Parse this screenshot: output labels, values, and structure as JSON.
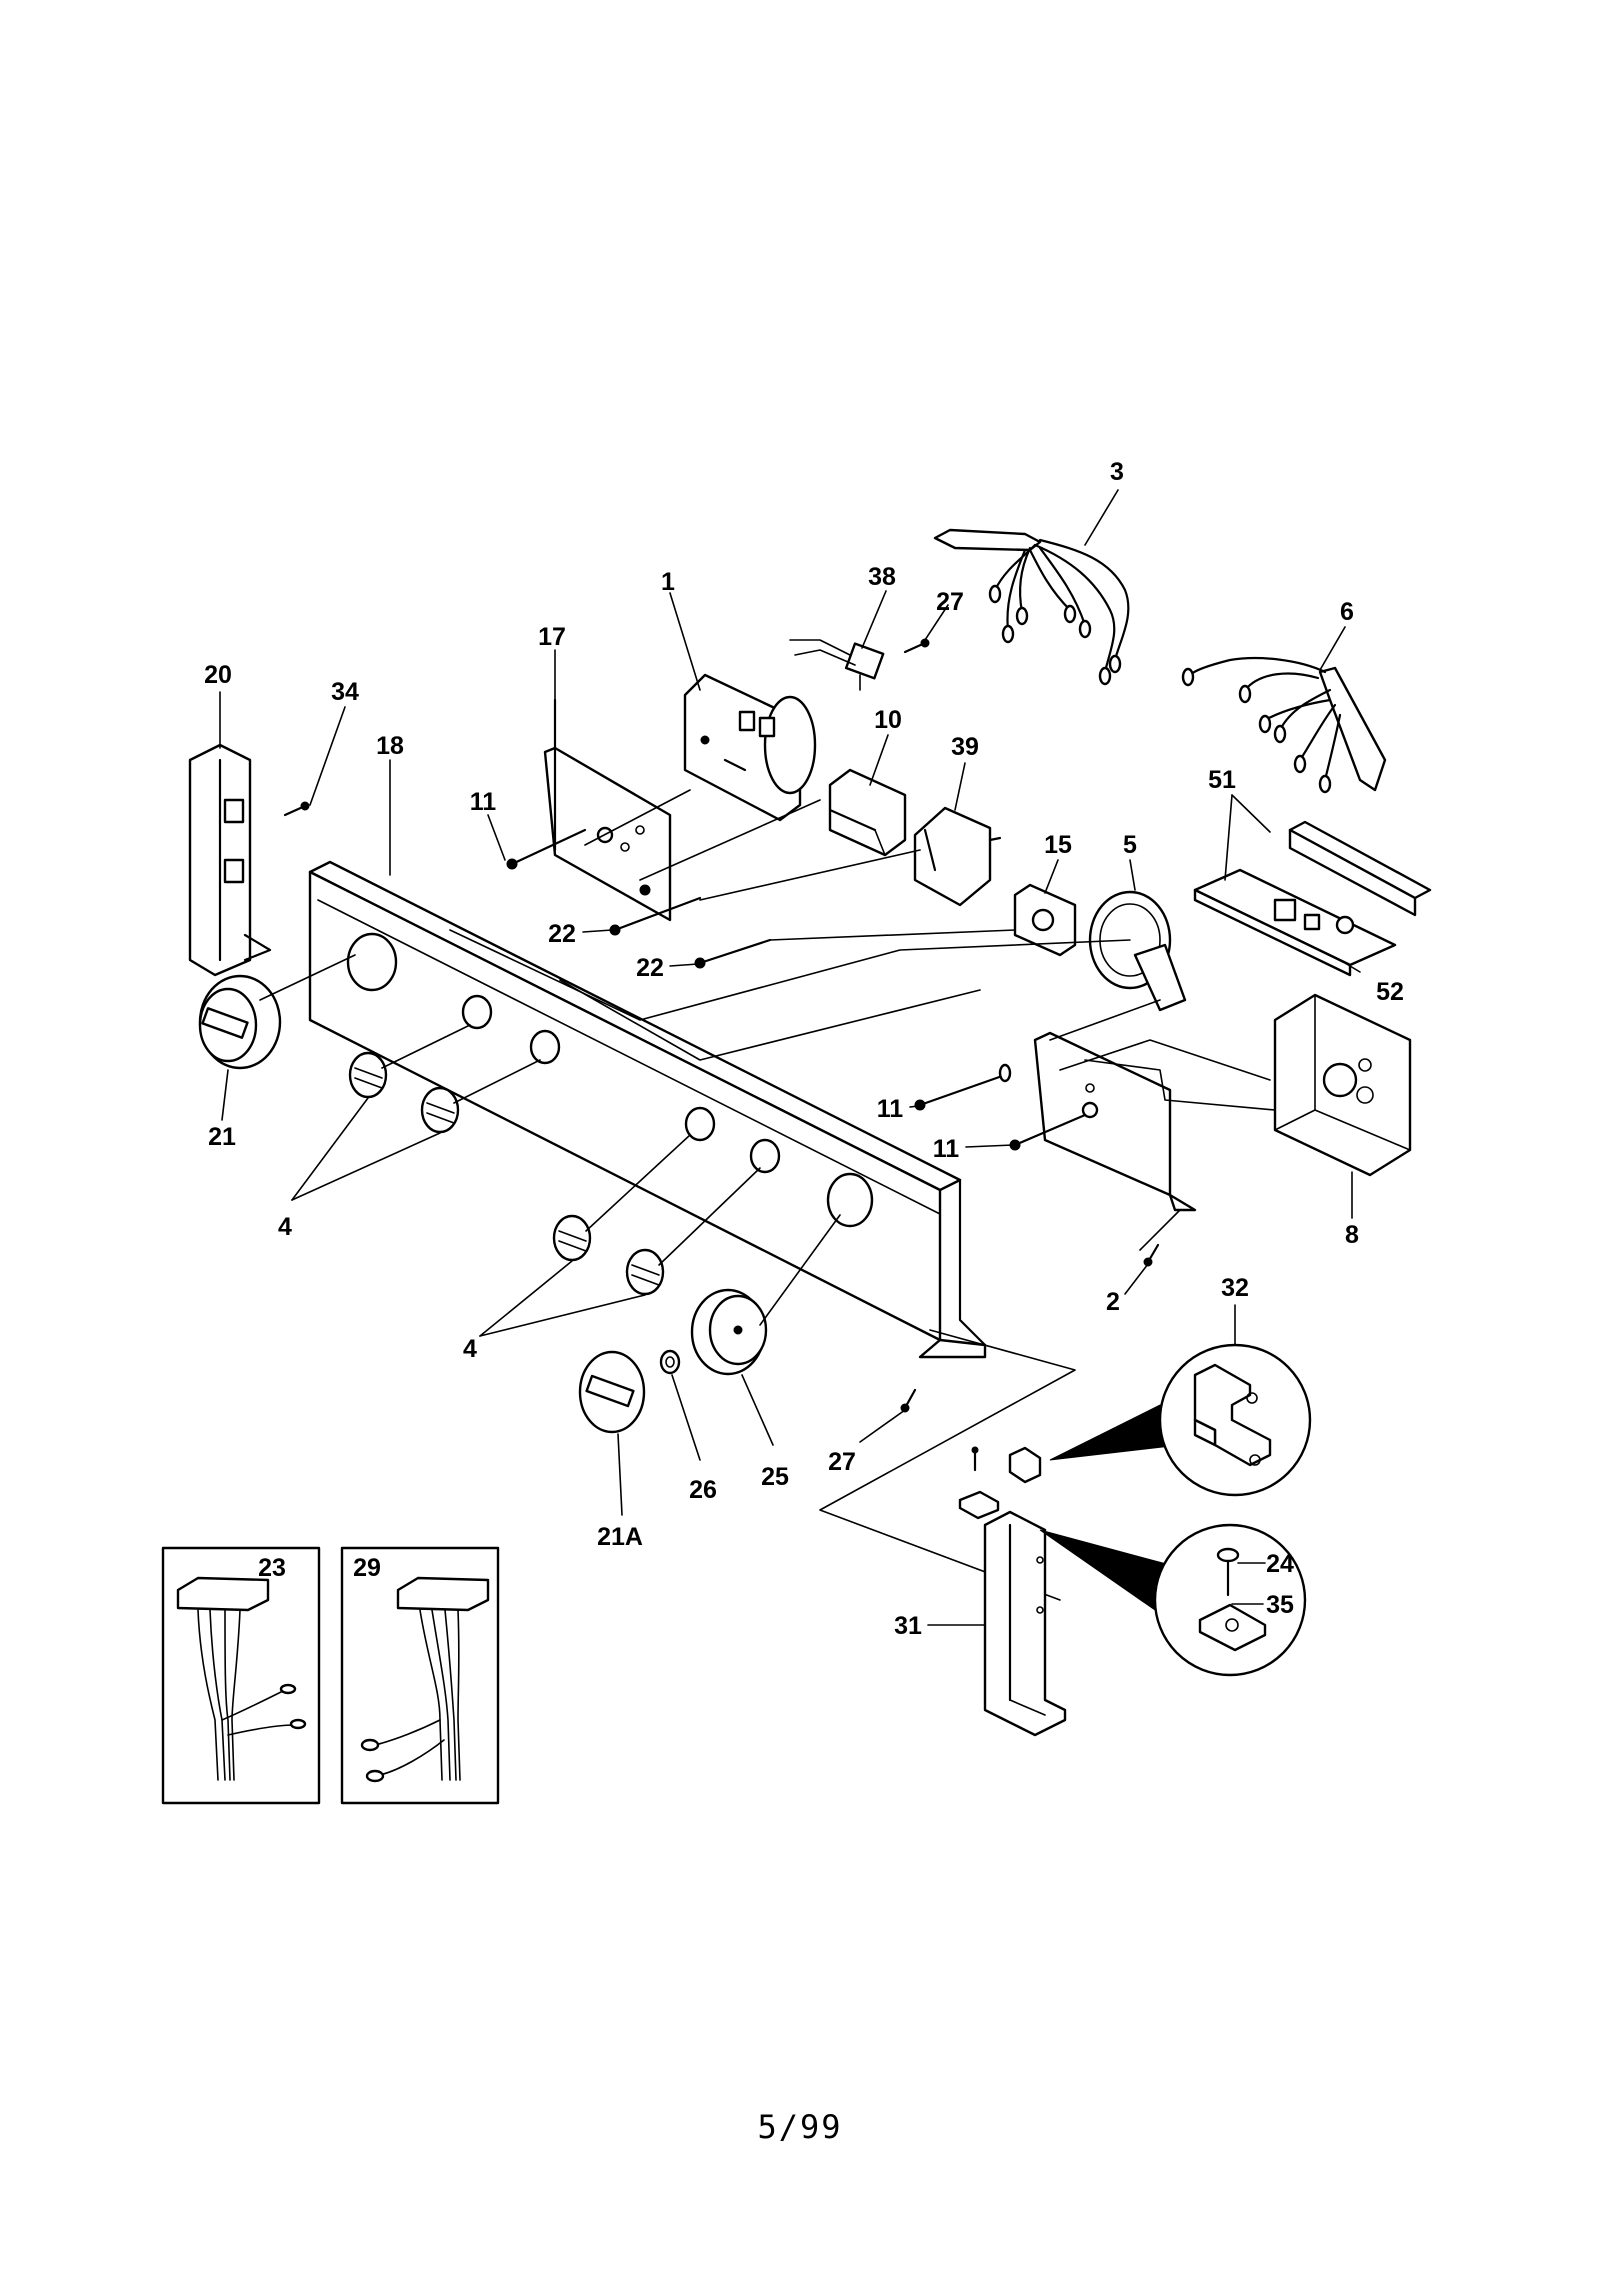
{
  "diagram": {
    "callouts": {
      "c1": "1",
      "c2": "2",
      "c3": "3",
      "c4a": "4",
      "c4b": "4",
      "c5": "5",
      "c6": "6",
      "c8": "8",
      "c10": "10",
      "c11a": "11",
      "c11b": "11",
      "c11c": "11",
      "c15": "15",
      "c17": "17",
      "c18": "18",
      "c20": "20",
      "c21": "21",
      "c21a": "21A",
      "c22a": "22",
      "c22b": "22",
      "c23": "23",
      "c24": "24",
      "c25": "25",
      "c26": "26",
      "c27a": "27",
      "c27b": "27",
      "c29": "29",
      "c31": "31",
      "c32": "32",
      "c34": "34",
      "c35": "35",
      "c38": "38",
      "c39": "39",
      "c51": "51",
      "c52": "52"
    }
  },
  "footer": {
    "page_number": "5/99"
  }
}
